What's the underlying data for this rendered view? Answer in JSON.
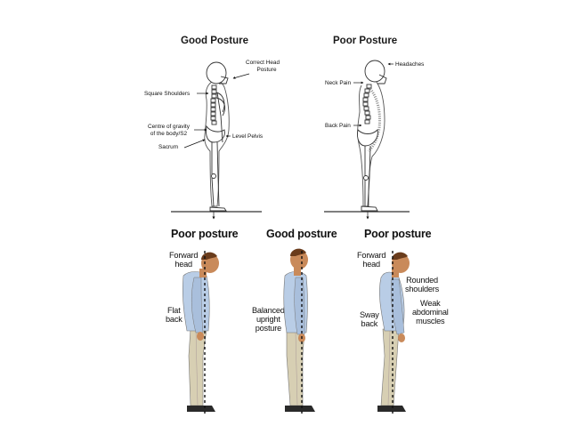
{
  "top": {
    "good_title": "Good Posture",
    "poor_title": "Poor Posture",
    "good_labels": {
      "correct_head": [
        "Correct Head",
        "Posture"
      ],
      "square_shoulders": "Square Shoulders",
      "centre_gravity": [
        "Centre of gravity",
        "of the body/S2"
      ],
      "sacrum": "Sacrum",
      "level_pelvis": "Level Pelvis"
    },
    "poor_labels": {
      "headaches": "Headaches",
      "neck_pain": "Neck Pain",
      "back_pain": "Back Pain"
    }
  },
  "bottom": {
    "left_title": "Poor posture",
    "middle_title": "Good posture",
    "right_title": "Poor posture",
    "left_labels": {
      "forward_head": [
        "Forward",
        "head"
      ],
      "flat_back": [
        "Flat",
        "back"
      ]
    },
    "middle_labels": {
      "balanced": [
        "Balanced",
        "upright",
        "posture"
      ]
    },
    "right_labels": {
      "forward_head": [
        "Forward",
        "head"
      ],
      "rounded_shoulders": [
        "Rounded",
        "shoulders"
      ],
      "weak_abdominal": [
        "Weak",
        "abdominal",
        "muscles"
      ],
      "sway_back": [
        "Sway",
        "back"
      ]
    }
  },
  "colors": {
    "shirt": "#b9cde6",
    "trousers": "#d7cfb3",
    "skin": "#c98a5a",
    "hair": "#6a3c1c",
    "shoes": "#2a2a2a"
  }
}
